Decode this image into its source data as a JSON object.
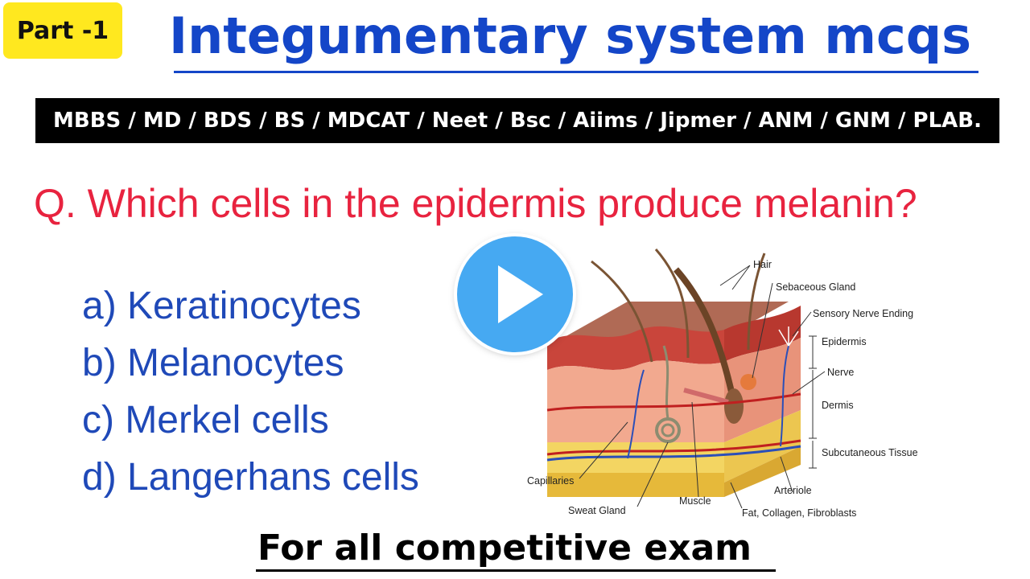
{
  "badge": {
    "label": "Part -1"
  },
  "title": "Integumentary system mcqs",
  "exams": "MBBS / MD / BDS / BS / MDCAT / Neet / Bsc / Aiims / Jipmer / ANM / GNM / PLAB.",
  "question": "Q. Which cells in the epidermis produce melanin?",
  "options": [
    "a) Keratinocytes",
    "b) Melanocytes",
    "c) Merkel cells",
    "d) Langerhans cells"
  ],
  "diagram": {
    "labels": {
      "hair": "Hair",
      "sebaceous_gland": "Sebaceous Gland",
      "sensory_nerve_ending": "Sensory Nerve Ending",
      "epidermis": "Epidermis",
      "nerve": "Nerve",
      "dermis": "Dermis",
      "subcutaneous": "Subcutaneous Tissue",
      "capillaries": "Capillaries",
      "sweat_gland": "Sweat Gland",
      "muscle": "Muscle",
      "arteriole": "Arteriole",
      "fat": "Fat, Collagen, Fibroblasts"
    }
  },
  "footer": "For all competitive exam",
  "colors": {
    "title": "#1446c8",
    "question": "#e8233f",
    "options": "#1f49b8",
    "badge": "#ffe81f",
    "play": "#46a9f2"
  },
  "play_icon": "play-icon"
}
